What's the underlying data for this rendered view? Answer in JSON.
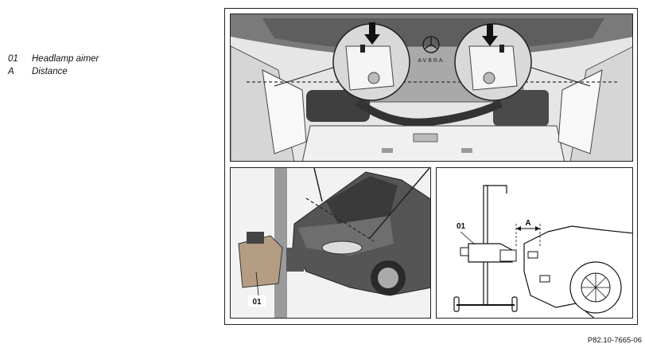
{
  "legend": [
    {
      "code": "01",
      "label": "Headlamp aimer"
    },
    {
      "code": "A",
      "label": "Distance"
    }
  ],
  "callouts": {
    "photo_aimer": "01",
    "drawing_aimer": "01",
    "drawing_distance": "A"
  },
  "engine_badge": "AVBRA",
  "figure_code": "P82.10-7665-06"
}
